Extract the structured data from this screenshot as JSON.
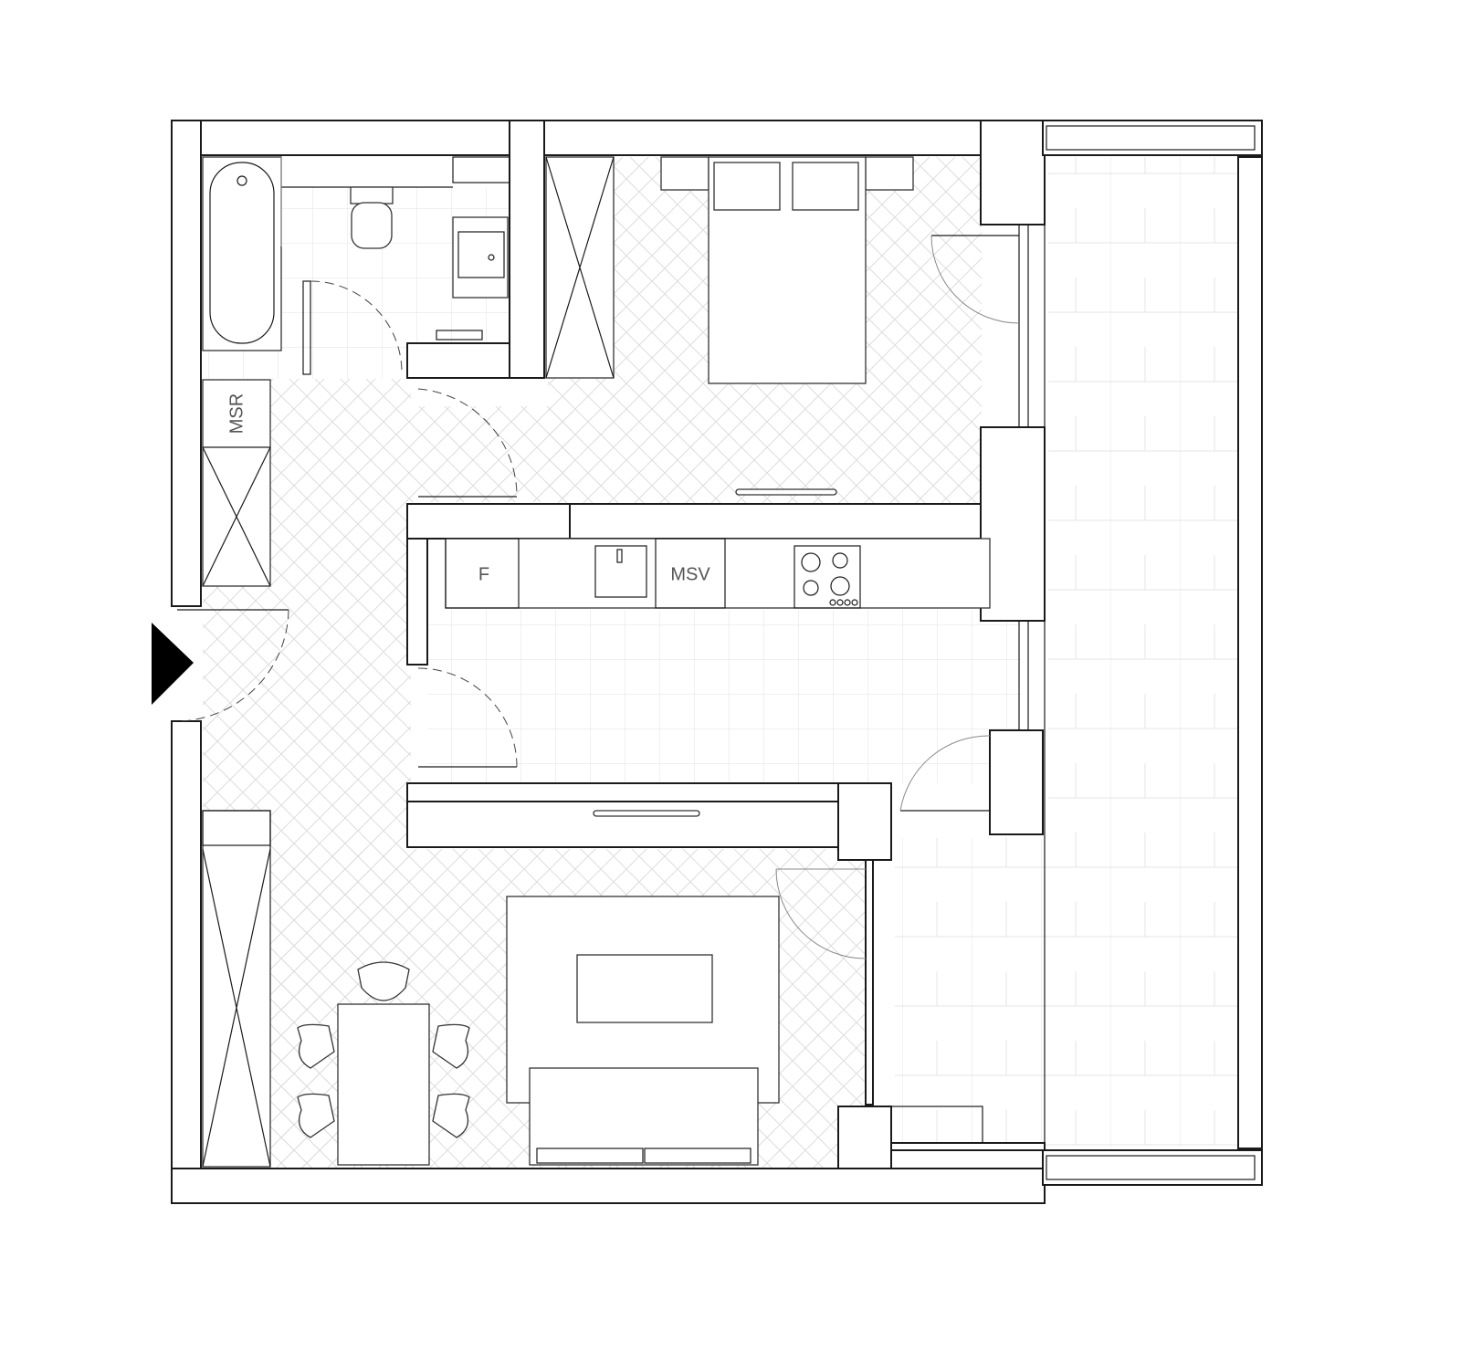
{
  "plan": {
    "labels": {
      "msr": "MSR",
      "fridge": "F",
      "msv": "MSV"
    },
    "colors": {
      "wall_line": "#1a1a1a",
      "floor_pattern": "#d9d9d9",
      "label_text": "#555555",
      "entrance_marker": "#000000"
    },
    "icons": [
      "entrance-arrow-icon",
      "bathtub-icon",
      "toilet-icon",
      "shower-tray-icon",
      "double-bed-icon",
      "hob-icon",
      "sink-icon",
      "tv-icon",
      "sofa-icon",
      "dining-table-icon",
      "chair-icon",
      "plant-pot-icon"
    ]
  }
}
